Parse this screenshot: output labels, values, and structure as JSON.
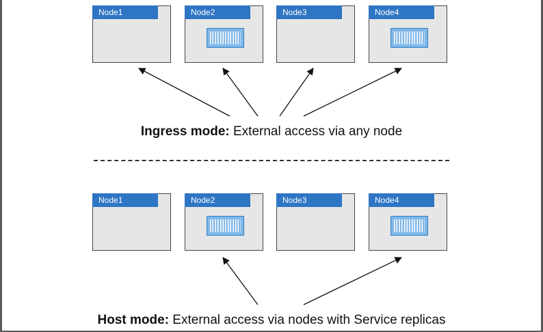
{
  "ingress": {
    "caption_bold": "Ingress mode:",
    "caption_rest": " External access via any node",
    "nodes": [
      {
        "label": "Node1",
        "has_container": false
      },
      {
        "label": "Node2",
        "has_container": true
      },
      {
        "label": "Node3",
        "has_container": false
      },
      {
        "label": "Node4",
        "has_container": true
      }
    ]
  },
  "host": {
    "caption_bold": "Host mode:",
    "caption_rest": " External access via nodes with Service replicas",
    "nodes": [
      {
        "label": "Node1",
        "has_container": false
      },
      {
        "label": "Node2",
        "has_container": true
      },
      {
        "label": "Node3",
        "has_container": false
      },
      {
        "label": "Node4",
        "has_container": true
      }
    ]
  },
  "colors": {
    "node_header": "#2e75c4",
    "node_body": "#e6e6e6",
    "container": "#7fb7e8"
  },
  "icons": {
    "container": "shipping-container-icon"
  }
}
